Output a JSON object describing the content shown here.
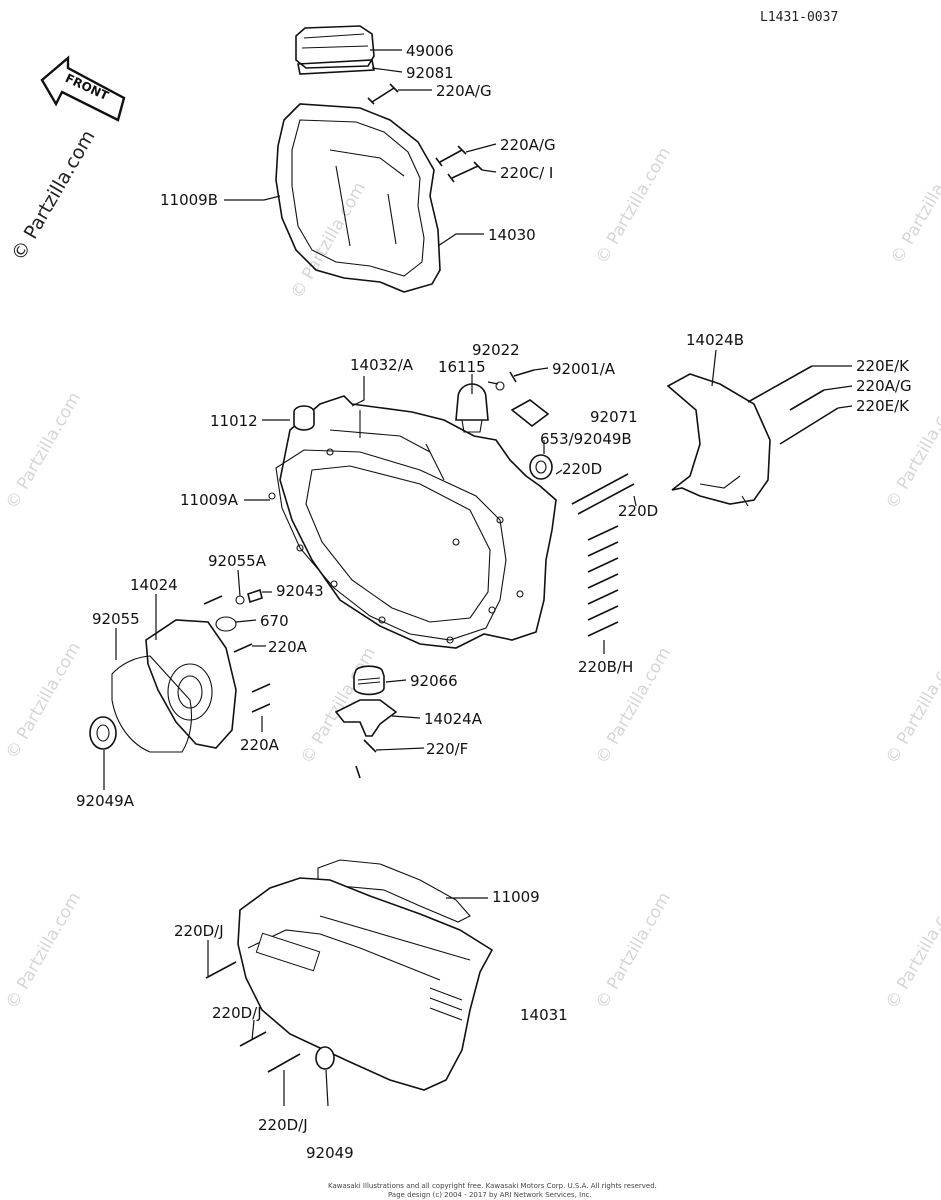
{
  "document_id": "L1431-0037",
  "front_arrow_label": "FRONT",
  "watermark_text": "© Partzilla.com",
  "labels": {
    "p49006": "49006",
    "p92081": "92081",
    "p220AG_top": "220A/G",
    "p220AG_2": "220A/G",
    "p220CI": "220C/ I",
    "p11009B": "11009B",
    "p14030": "14030",
    "p14032A": "14032/A",
    "p92022": "92022",
    "p16115": "16115",
    "p92001A": "92001/A",
    "p14024B": "14024B",
    "p220EK_1": "220E/K",
    "p220AG_3": "220A/G",
    "p220EK_2": "220E/K",
    "p11012": "11012",
    "p92071": "92071",
    "p653_92049B": "653/92049B",
    "p220D_1": "220D",
    "p220D_2": "220D",
    "p11009A": "11009A",
    "p92055A": "92055A",
    "p14024": "14024",
    "p92043": "92043",
    "p92055": "92055",
    "p670": "670",
    "p220A_1": "220A",
    "p220BH": "220B/H",
    "p92066": "92066",
    "p14024A": "14024A",
    "p220F": "220/F",
    "p220A_2": "220A",
    "p92049A": "92049A",
    "p11009": "11009",
    "p220DJ_1": "220D/J",
    "p14031": "14031",
    "p220DJ_2": "220D/J",
    "p220DJ_3": "220D/J",
    "p92049": "92049"
  },
  "footer": {
    "line1": "Kawasaki Illustrations and all copyright free. Kawasaki Motors Corp. U.S.A. All rights reserved.",
    "line2": "Page design (c) 2004 - 2017 by ARI Network Services, Inc."
  }
}
